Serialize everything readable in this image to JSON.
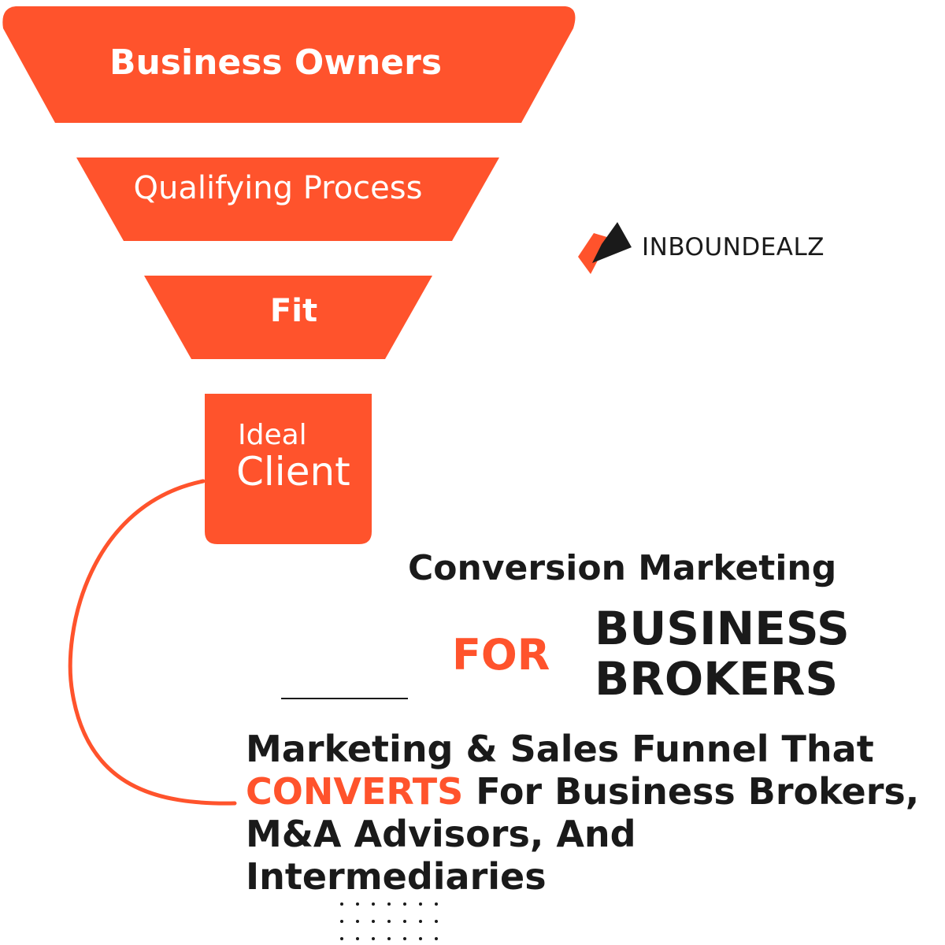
{
  "colors": {
    "accent": "#ff532c",
    "text": "#1a1a1a",
    "background": "#ffffff"
  },
  "funnel": {
    "stages": [
      {
        "label": "Business Owners"
      },
      {
        "label": "Qualifying Process"
      },
      {
        "label": "Fit"
      },
      {
        "label_line1": "Ideal",
        "label_line2": "Client"
      }
    ]
  },
  "brand": {
    "name": "INBOUNDEALZ",
    "icon": "inboundealz-logo-icon"
  },
  "headline": {
    "title": "Conversion Marketing",
    "for_word": "FOR",
    "subject_line1": "BUSINESS",
    "subject_line2": "BROKERS"
  },
  "description": {
    "part1": "Marketing & Sales Funnel That ",
    "highlight": "CONVERTS",
    "part2": " For Business Brokers, M&A Advisors, And Intermediaries"
  }
}
